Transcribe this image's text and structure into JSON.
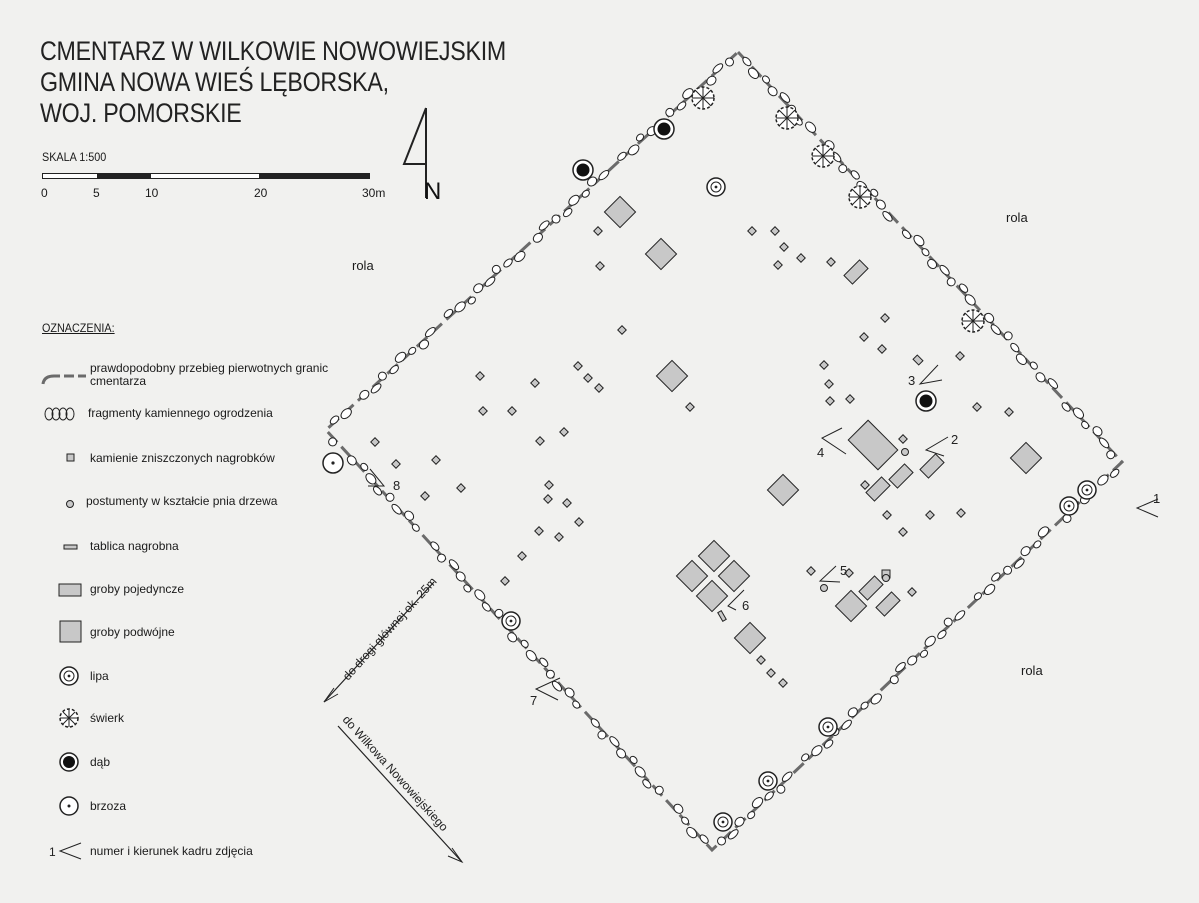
{
  "title_lines": [
    "CMENTARZ W WILKOWIE NOWOWIEJSKIM",
    "GMINA NOWA WIEŚ LĘBORSKA,",
    "WOJ. POMORSKIE"
  ],
  "scale": {
    "label": "SKALA 1:500",
    "ticks": [
      "0",
      "5",
      "10",
      "20",
      "30m"
    ]
  },
  "north_label": "N",
  "land_labels": {
    "west": "rola",
    "east": "rola",
    "southeast": "rola"
  },
  "legend": {
    "title": "OZNACZENIA:",
    "items": [
      {
        "symbol": "boundary-line",
        "text": "prawdopodobny przebieg pierwotnych granic cmentarza"
      },
      {
        "symbol": "stones",
        "text": "fragmenty kamiennego ogrodzenia"
      },
      {
        "symbol": "small-square",
        "text": "kamienie zniszczonych nagrobków"
      },
      {
        "symbol": "small-circle",
        "text": "postumenty w kształcie pnia drzewa"
      },
      {
        "symbol": "plaque",
        "text": "tablica nagrobna"
      },
      {
        "symbol": "single-grave",
        "text": "groby pojedyncze"
      },
      {
        "symbol": "double-grave",
        "text": "groby podwójne"
      },
      {
        "symbol": "lime-tree",
        "text": "lipa"
      },
      {
        "symbol": "spruce",
        "text": "świerk"
      },
      {
        "symbol": "oak",
        "text": "dąb"
      },
      {
        "symbol": "birch",
        "text": "brzoza"
      },
      {
        "symbol": "photo-marker",
        "text": "numer i kierunek kadru zdjęcia",
        "number": "1"
      }
    ]
  },
  "road_labels": {
    "main_road": "do drogi głównej ok. 25m",
    "village": "do Wilkowa Nowowiejskiego"
  },
  "photo_points": [
    "1",
    "2",
    "3",
    "4",
    "5",
    "6",
    "7",
    "8"
  ],
  "colors": {
    "paper": "#f1f1ef",
    "grave_fill": "#c8c8c8",
    "ink": "#1f1f1f",
    "boundary": "#6b6b6b"
  }
}
